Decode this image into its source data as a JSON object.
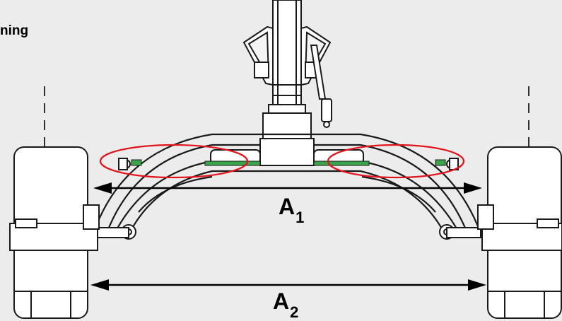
{
  "heading_fragment": "ning",
  "dimensions": {
    "a1": {
      "letter": "A",
      "subscript": "1"
    },
    "a2": {
      "letter": "A",
      "subscript": "2"
    }
  },
  "colors": {
    "background": "#ececec",
    "outline": "#1a1a1a",
    "highlight_ellipse": "#e3121b",
    "green_parts": "#3aa54a",
    "arrow": "#000000"
  }
}
